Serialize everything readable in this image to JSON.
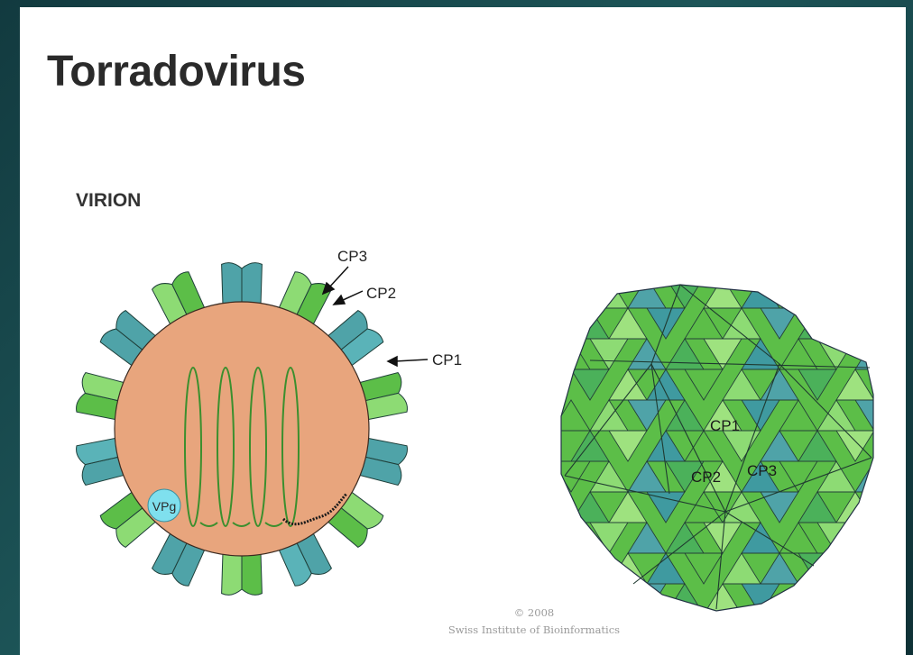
{
  "slide": {
    "title": "Torradovirus",
    "subtitle": "VIRION"
  },
  "left_diagram": {
    "labels": {
      "cp3": "CP3",
      "cp2": "CP2",
      "cp1": "CP1",
      "vpg": "VPg"
    }
  },
  "right_diagram": {
    "labels": {
      "cp1": "CP1",
      "cp2": "CP2",
      "cp3": "CP3"
    }
  },
  "credit": {
    "line1": "© 2008",
    "line2": "Swiss Institute of Bioinformatics"
  },
  "colors": {
    "teal": "#4fa3a8",
    "light_green": "#8ddb74",
    "mid_green": "#5cbe48",
    "core": "#e8a57d",
    "vpg": "#7fe0ee"
  }
}
